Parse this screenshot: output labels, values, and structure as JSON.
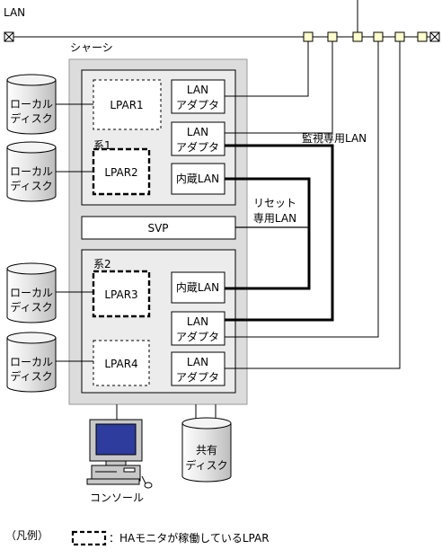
{
  "network": {
    "lan_label": "LAN"
  },
  "chassis": {
    "label": "シャーシ"
  },
  "local_disks": [
    {
      "line1": "ローカル",
      "line2": "ディスク"
    },
    {
      "line1": "ローカル",
      "line2": "ディスク"
    },
    {
      "line1": "ローカル",
      "line2": "ディスク"
    },
    {
      "line1": "ローカル",
      "line2": "ディスク"
    }
  ],
  "system1": {
    "label": "系1"
  },
  "system2": {
    "label": "系2"
  },
  "lpars": [
    {
      "label": "LPAR1",
      "ha_monitor": false
    },
    {
      "label": "LPAR2",
      "ha_monitor": true
    },
    {
      "label": "LPAR3",
      "ha_monitor": true
    },
    {
      "label": "LPAR4",
      "ha_monitor": false
    }
  ],
  "lan_adapters": [
    {
      "line1": "LAN",
      "line2": "アダプタ"
    },
    {
      "line1": "LAN",
      "line2": "アダプタ"
    },
    {
      "line1": "LAN",
      "line2": "アダプタ"
    },
    {
      "line1": "LAN",
      "line2": "アダプタ"
    }
  ],
  "internal_lan": [
    {
      "label": "内蔵LAN"
    },
    {
      "label": "内蔵LAN"
    }
  ],
  "svp": {
    "label": "SVP"
  },
  "monitoring_lan": {
    "label": "監視専用LAN"
  },
  "reset_lan": {
    "line1": "リセット",
    "line2": "専用LAN"
  },
  "shared_disk": {
    "line1": "共有",
    "line2": "ディスク"
  },
  "console": {
    "label": "コンソール"
  },
  "legend": {
    "prefix": "（凡例）",
    "description": "：HAモニタが稼働しているLPAR"
  }
}
